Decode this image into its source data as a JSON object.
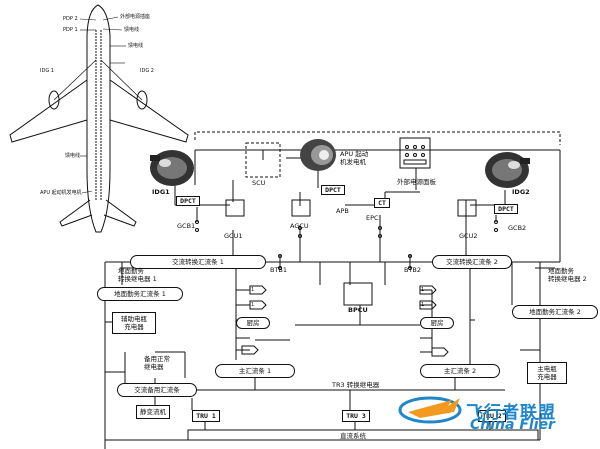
{
  "aircraft": {
    "labels": {
      "pdp2": "PDP 2",
      "pdp1": "PDP 1",
      "ext_power_socket": "外部电源插座",
      "cable1": "馈电线",
      "cable2": "馈电线",
      "cable3": "馈电线",
      "idg1": "IDG 1",
      "idg2": "IDG 2",
      "apu_gen": "APU 起动机发电机"
    }
  },
  "components": {
    "scu": "SCU",
    "apu_gen": "APU 起动\n机发电机",
    "ext_panel": "外部电源面板",
    "idg1": "IDG1",
    "idg2": "IDG2",
    "dpct_left": "DPCT",
    "dpct_mid": "DPCT",
    "dpct_right": "DPCT",
    "ct": "CT",
    "gcu1": "GCU1",
    "agcu": "AGCU",
    "gcu2": "GCU2",
    "apb": "APB",
    "epc": "EPC",
    "gcb1": "GCB1",
    "gcb2": "GCB2",
    "btb1": "BTB1",
    "btb2": "BTB2",
    "bpcu": "BPCU",
    "ac_bus1": "交流转换汇流条 1",
    "ac_bus2": "交流转换汇流条 2",
    "gnd_relay1": "地面勤务\n转换继电器 1",
    "gnd_relay2": "地面勤务\n转换继电器 2",
    "gnd_bus1": "地面勤务汇流条 1",
    "gnd_bus2": "地面勤务汇流条 2",
    "aux_charger": "辅助电瓶\n充电器",
    "galley1": "厨房",
    "galley2": "厨房",
    "main_bus1": "主汇流条 1",
    "main_bus2": "主汇流条 2",
    "main_charger": "主电瓶\n充电器",
    "standby_relay": "备用正常\n继电器",
    "ac_standby_bus": "交流备用汇流条",
    "static_inverter": "静变流机",
    "tr3_relay": "TR3 转换继电器",
    "tru1": "TRU 1",
    "tru3": "TRU 3",
    "tru2": "TRU 2",
    "dc_system": "直流系统",
    "num1a": "1",
    "num1b": "1",
    "num1c": "1",
    "num1d": "1"
  },
  "watermark": {
    "cn": "飞行者联盟",
    "en": "China Flier",
    "color": "#1f86c8"
  }
}
